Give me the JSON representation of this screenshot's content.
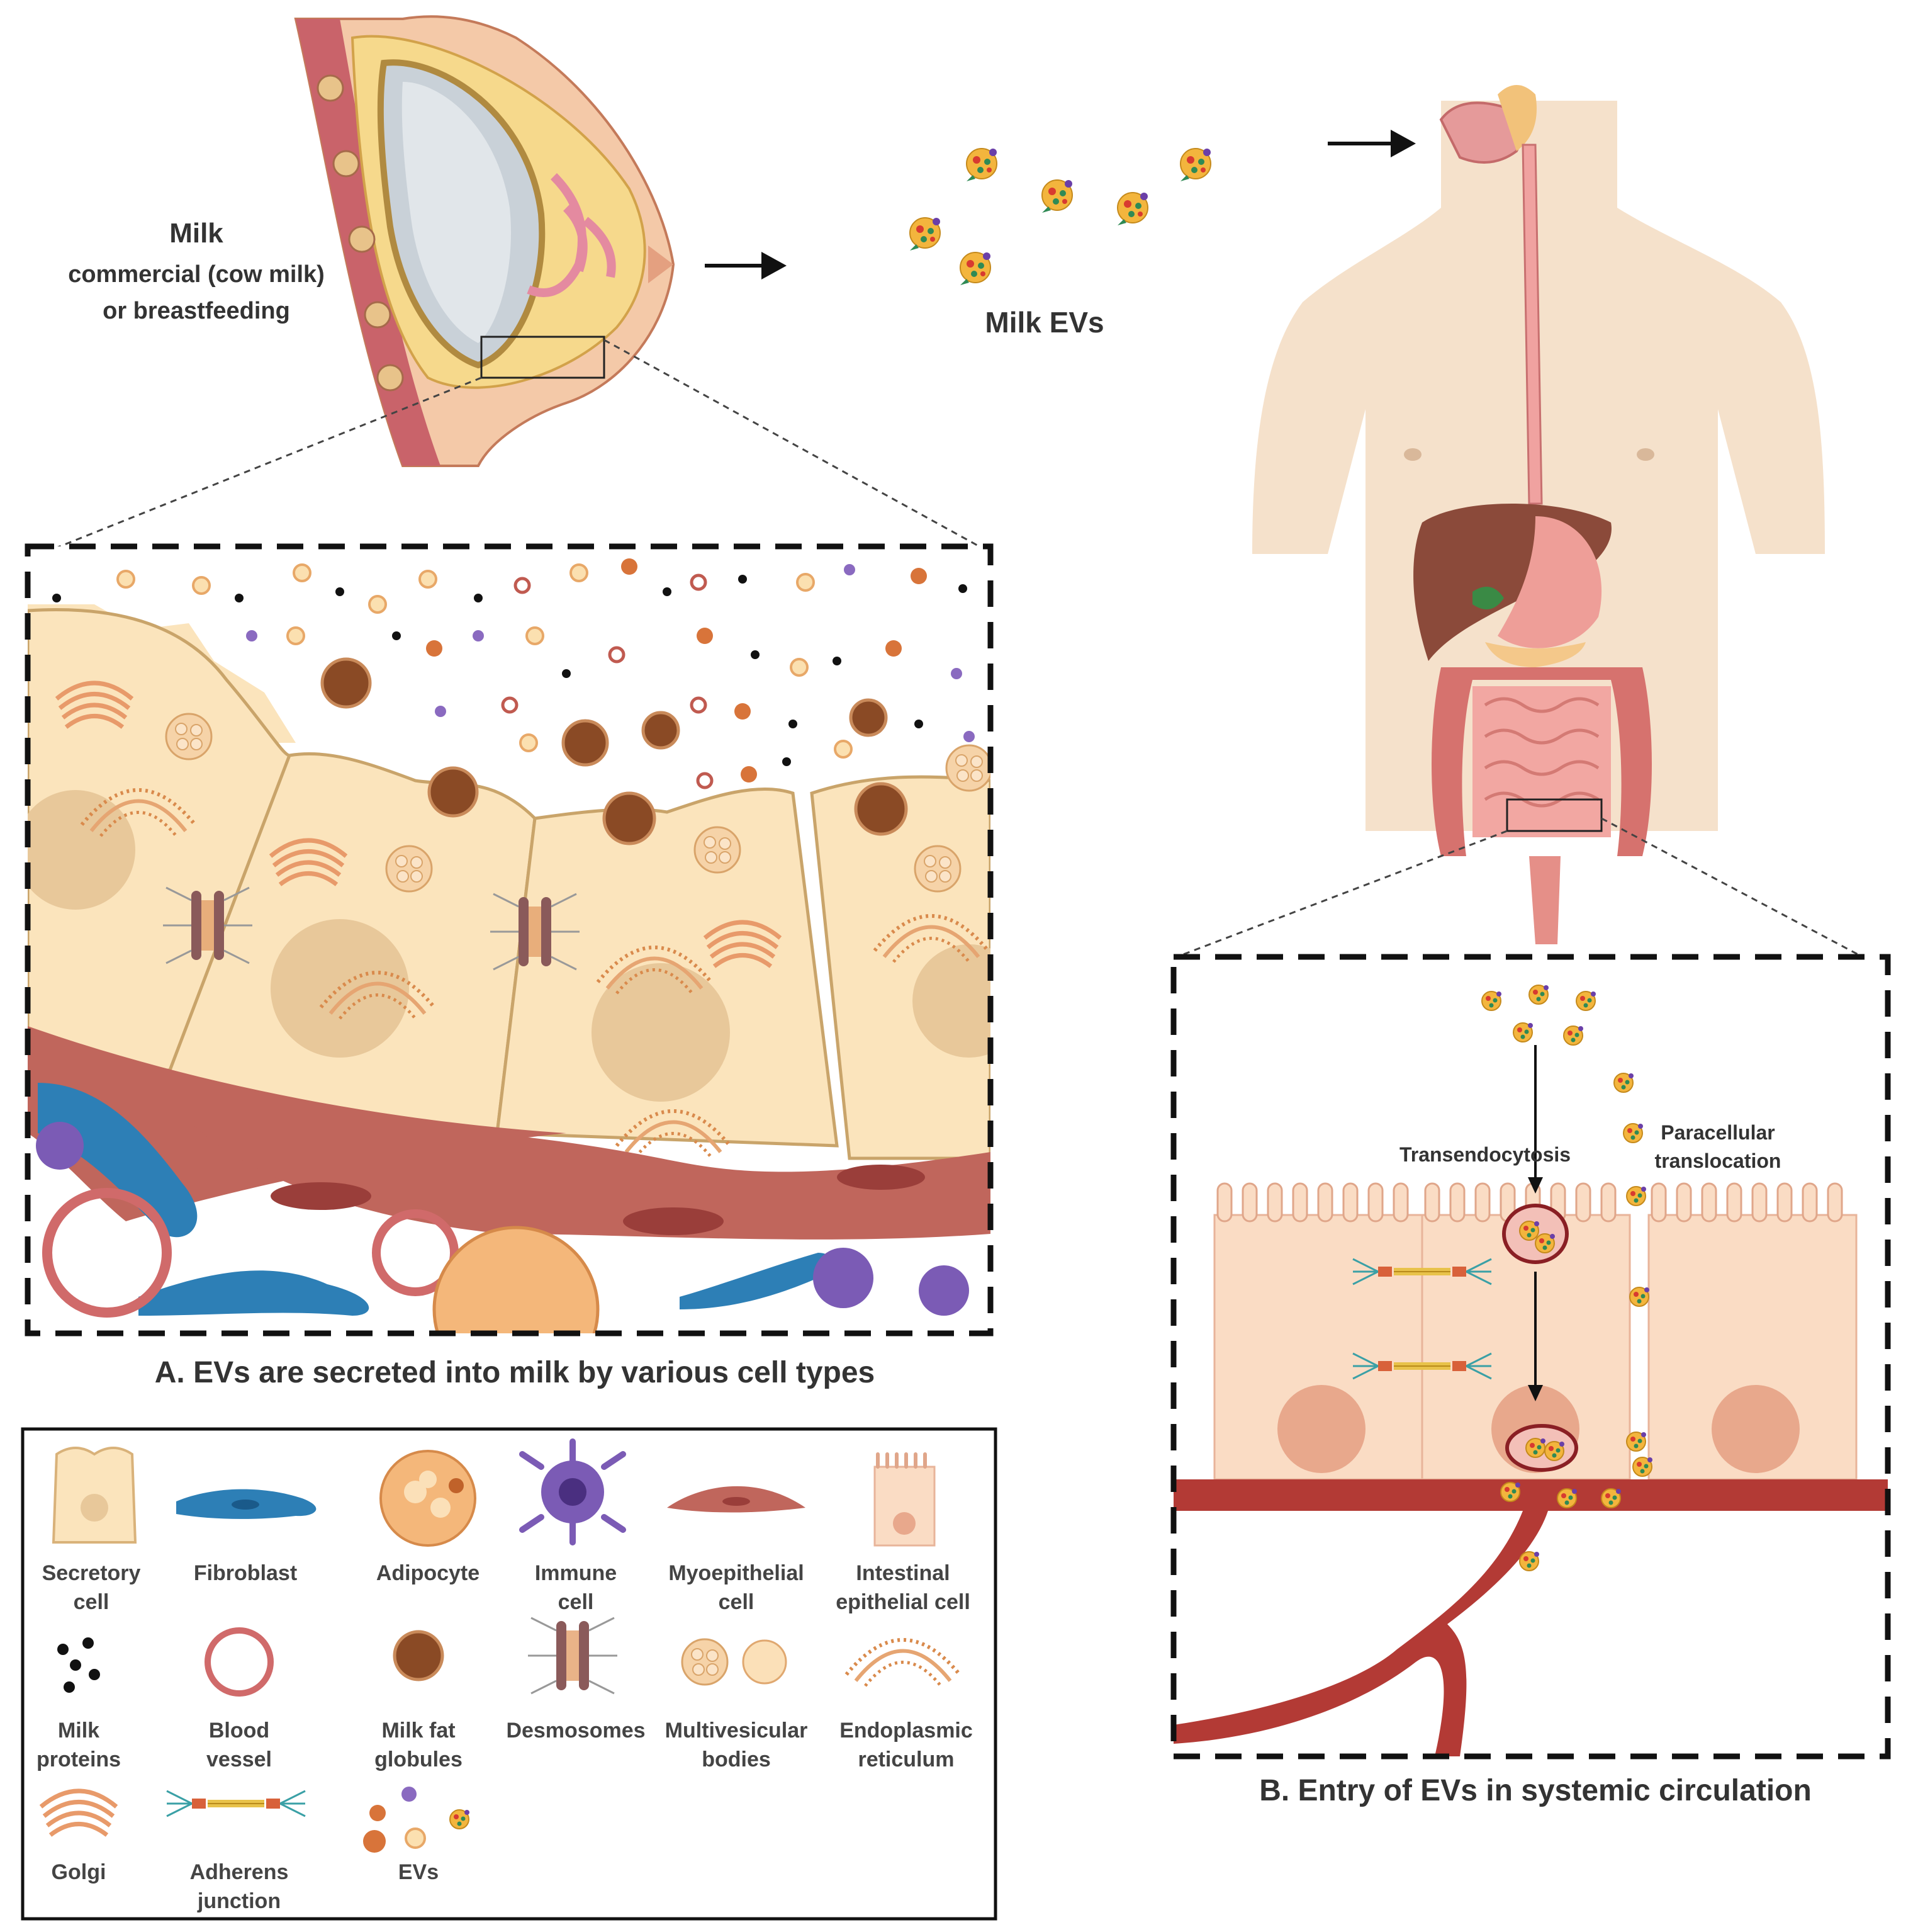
{
  "top": {
    "milk_title": "Milk",
    "milk_line1": "commercial (cow  milk)",
    "milk_line2": "or breastfeeding",
    "milk_evs": "Milk EVs"
  },
  "panel_a": {
    "caption": "A. EVs are secreted into milk by various cell types"
  },
  "panel_b": {
    "caption": "B. Entry of EVs in systemic circulation",
    "transendocytosis": "Transendocytosis",
    "paracellular_line1": "Paracellular",
    "paracellular_line2": "translocation"
  },
  "legend": {
    "items": [
      {
        "icon": "secretory-cell-icon",
        "lines": [
          "Secretory",
          "cell"
        ]
      },
      {
        "icon": "fibroblast-icon",
        "lines": [
          "Fibroblast"
        ]
      },
      {
        "icon": "adipocyte-icon",
        "lines": [
          "Adipocyte"
        ]
      },
      {
        "icon": "immune-cell-icon",
        "lines": [
          "Immune",
          "cell"
        ]
      },
      {
        "icon": "myoepithelial-cell-icon",
        "lines": [
          "Myoepithelial",
          "cell"
        ]
      },
      {
        "icon": "intestinal-epithelial-cell-icon",
        "lines": [
          "Intestinal",
          "epithelial cell"
        ]
      },
      {
        "icon": "milk-proteins-icon",
        "lines": [
          "Milk",
          "proteins"
        ]
      },
      {
        "icon": "blood-vessel-icon",
        "lines": [
          "Blood",
          "vessel"
        ]
      },
      {
        "icon": "milk-fat-globules-icon",
        "lines": [
          "Milk fat",
          "globules"
        ]
      },
      {
        "icon": "desmosomes-icon",
        "lines": [
          "Desmosomes"
        ]
      },
      {
        "icon": "multivesicular-bodies-icon",
        "lines": [
          "Multivesicular",
          "bodies"
        ]
      },
      {
        "icon": "endoplasmic-reticulum-icon",
        "lines": [
          "Endoplasmic",
          "reticulum"
        ]
      },
      {
        "icon": "golgi-icon",
        "lines": [
          "Golgi"
        ]
      },
      {
        "icon": "adherens-junction-icon",
        "lines": [
          "Adherens",
          "junction"
        ]
      },
      {
        "icon": "evs-icon",
        "lines": [
          "EVs"
        ]
      }
    ]
  },
  "colors": {
    "cell_fill": "#fbe4bc",
    "cell_border": "#c9a46a",
    "myo": "#c0665c",
    "fibroblast": "#2d7fb6",
    "immune": "#7b5bb5",
    "skin": "#f7dcc0",
    "vessel": "#b33a35",
    "intestine": "#e58f88",
    "fat": "#8a4a25"
  }
}
